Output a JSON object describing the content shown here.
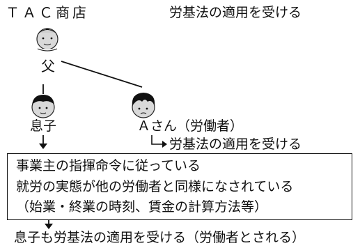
{
  "header": {
    "shop_name": "ＴＡＣ商店",
    "shop_status": "労基法の適用を受ける"
  },
  "people": {
    "father_label": "父",
    "son_label": "息子",
    "worker_label": "Ａさん（労働者）",
    "worker_status": "労基法の適用を受ける"
  },
  "conditions": {
    "line1": "事業主の指揮命令に従っている",
    "line2": "就労の実態が他の労働者と同様になされている",
    "line3": "（始業・終業の時刻、賃金の計算方法等）"
  },
  "conclusion": "息子も労基法の適用を受ける（労働者とされる）"
}
